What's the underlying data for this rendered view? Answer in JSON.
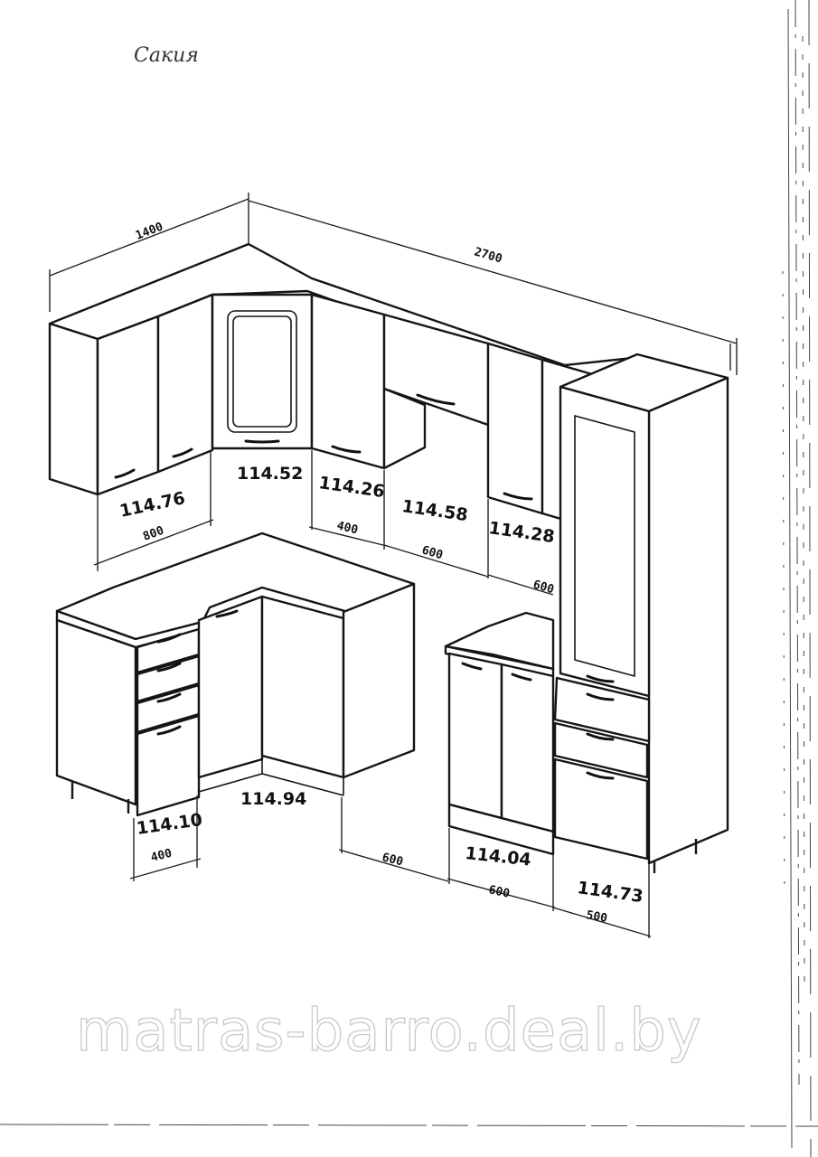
{
  "header": {
    "handwritten_title": "Сакия"
  },
  "dimensions": {
    "overall_left": "1400",
    "overall_back": "2700",
    "upper_800": "800",
    "upper_400": "400",
    "upper_600_a": "600",
    "upper_600_b": "600",
    "lower_400": "400",
    "lower_gap_600": "600",
    "lower_600": "600",
    "lower_500": "500"
  },
  "module_codes": {
    "upper_left_800": "114.76",
    "upper_corner_glass": "114.52",
    "upper_400": "114.26",
    "upper_600_hood": "114.58",
    "upper_600": "114.28",
    "lower_drawers_400": "114.10",
    "lower_corner": "114.94",
    "lower_600": "114.04",
    "tall_pencil_500": "114.73"
  },
  "watermark": "matras-barro.deal.by"
}
